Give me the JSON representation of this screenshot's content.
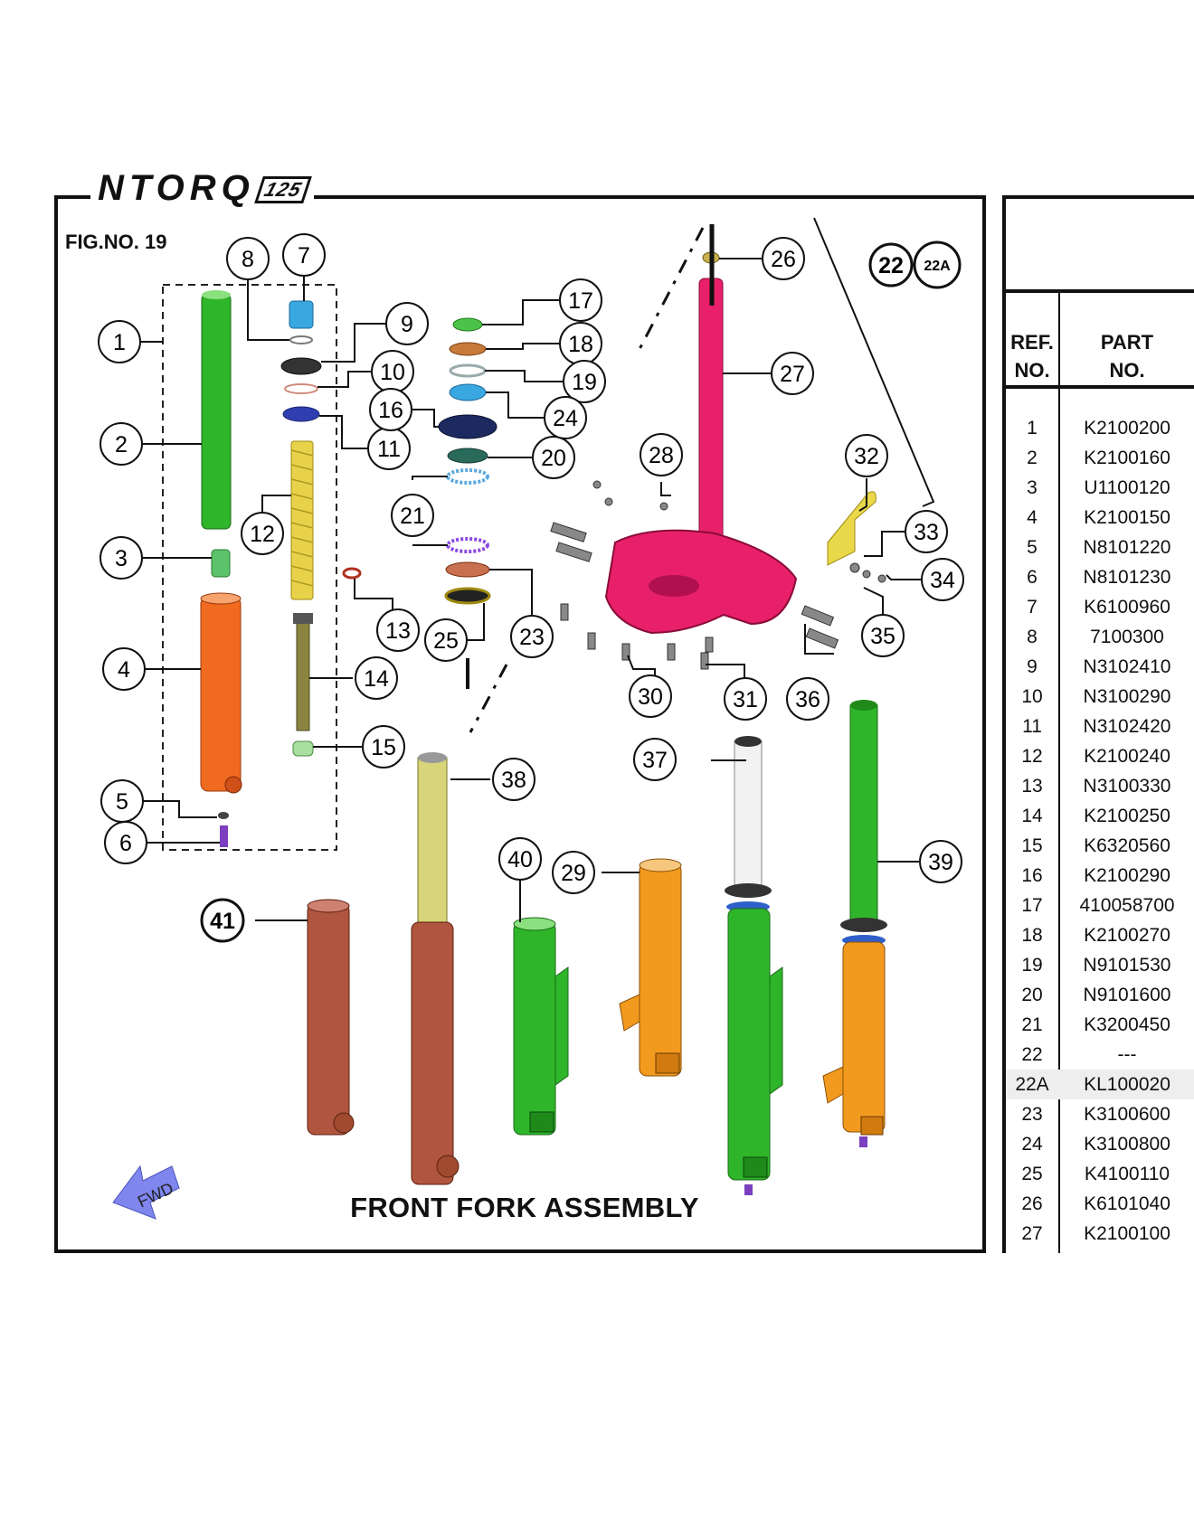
{
  "brand": {
    "logo_text": "NTORQ",
    "logo_number": "125"
  },
  "figure": {
    "fig_no": "FIG.NO. 19",
    "title": "FRONT FORK ASSEMBLY",
    "fwd_label": "FWD",
    "callouts": [
      "1",
      "2",
      "3",
      "4",
      "5",
      "6",
      "7",
      "8",
      "9",
      "10",
      "11",
      "12",
      "13",
      "14",
      "15",
      "16",
      "17",
      "18",
      "19",
      "20",
      "21",
      "22",
      "22A",
      "23",
      "24",
      "25",
      "26",
      "27",
      "28",
      "29",
      "30",
      "31",
      "32",
      "33",
      "34",
      "35",
      "36",
      "37",
      "38",
      "39",
      "40",
      "41"
    ]
  },
  "table": {
    "headers": {
      "ref": [
        "REF.",
        "NO."
      ],
      "part": [
        "PART",
        "NO."
      ]
    },
    "rows": [
      {
        "ref": "1",
        "part": "K2100200"
      },
      {
        "ref": "2",
        "part": "K2100160"
      },
      {
        "ref": "3",
        "part": "U1100120"
      },
      {
        "ref": "4",
        "part": "K2100150"
      },
      {
        "ref": "5",
        "part": "N8101220"
      },
      {
        "ref": "6",
        "part": "N8101230"
      },
      {
        "ref": "7",
        "part": "K6100960"
      },
      {
        "ref": "8",
        "part": "7100300"
      },
      {
        "ref": "9",
        "part": "N3102410"
      },
      {
        "ref": "10",
        "part": "N3100290"
      },
      {
        "ref": "11",
        "part": "N3102420"
      },
      {
        "ref": "12",
        "part": "K2100240"
      },
      {
        "ref": "13",
        "part": "N3100330"
      },
      {
        "ref": "14",
        "part": "K2100250"
      },
      {
        "ref": "15",
        "part": "K6320560"
      },
      {
        "ref": "16",
        "part": "K2100290"
      },
      {
        "ref": "17",
        "part": "410058700"
      },
      {
        "ref": "18",
        "part": "K2100270"
      },
      {
        "ref": "19",
        "part": "N9101530"
      },
      {
        "ref": "20",
        "part": "N9101600"
      },
      {
        "ref": "21",
        "part": "K3200450"
      },
      {
        "ref": "22",
        "part": "---"
      },
      {
        "ref": "22A",
        "part": "KL100020",
        "highlight": true
      },
      {
        "ref": "23",
        "part": "K3100600"
      },
      {
        "ref": "24",
        "part": "K3100800"
      },
      {
        "ref": "25",
        "part": "K4100110"
      },
      {
        "ref": "26",
        "part": "K6101040"
      },
      {
        "ref": "27",
        "part": "K2100100"
      }
    ]
  },
  "colors": {
    "green": "#2fb52a",
    "orange_red": "#f06a1f",
    "orange": "#f29a1e",
    "magenta": "#e8206a",
    "brown": "#b0553f",
    "olive": "#7a7a3a",
    "yellow_spring": "#e8d24a",
    "blue": "#2f5fc8",
    "cyan": "#3aa8e0",
    "arrow": "#7f86ee"
  }
}
